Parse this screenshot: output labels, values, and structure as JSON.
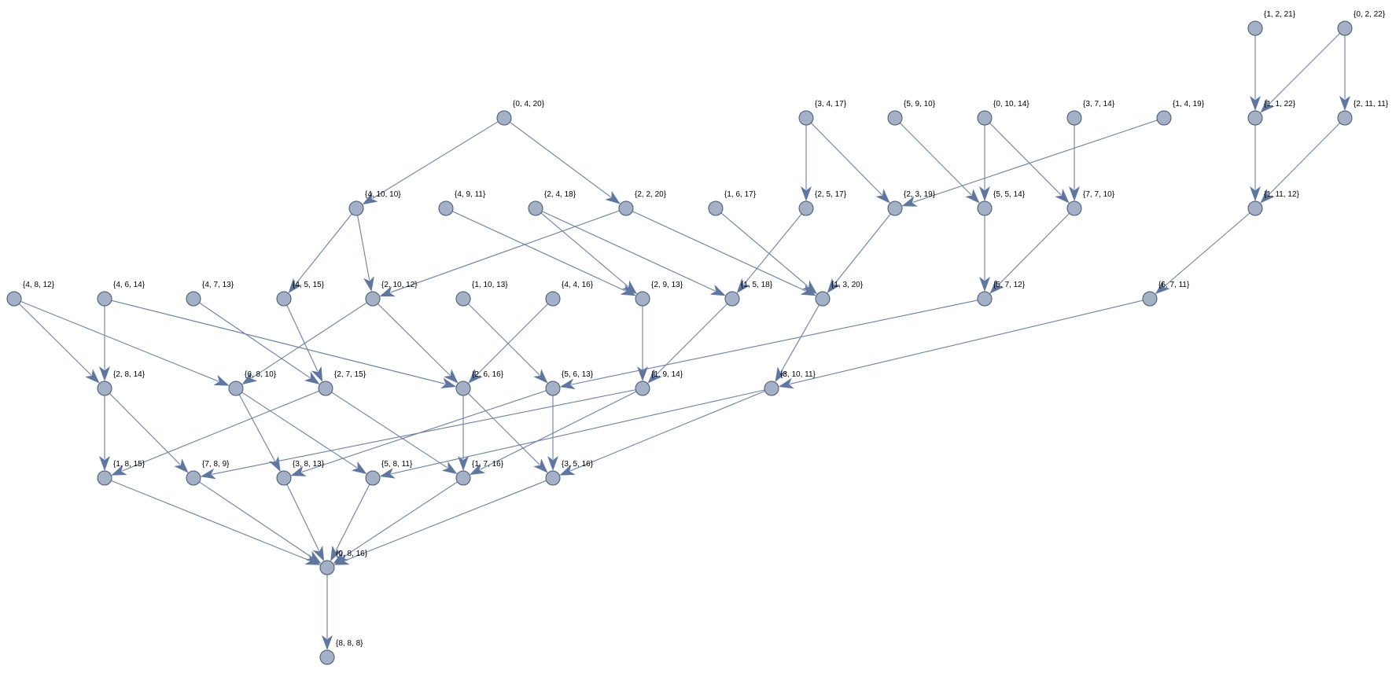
{
  "graph": {
    "nodes": [
      {
        "id": "n0",
        "label": "{1, 2, 21}"
      },
      {
        "id": "n1",
        "label": "{0, 2, 22}"
      },
      {
        "id": "n2",
        "label": "{0, 4, 20}"
      },
      {
        "id": "n3",
        "label": "{3, 4, 17}"
      },
      {
        "id": "n4",
        "label": "{5, 9, 10}"
      },
      {
        "id": "n5",
        "label": "{0, 10, 14}"
      },
      {
        "id": "n6",
        "label": "{3, 7, 14}"
      },
      {
        "id": "n7",
        "label": "{1, 4, 19}"
      },
      {
        "id": "n8",
        "label": "{1, 1, 22}"
      },
      {
        "id": "n9",
        "label": "{2, 11, 11}"
      },
      {
        "id": "n10",
        "label": "{4, 10, 10}"
      },
      {
        "id": "n11",
        "label": "{4, 9, 11}"
      },
      {
        "id": "n12",
        "label": "{2, 4, 18}"
      },
      {
        "id": "n13",
        "label": "{2, 2, 20}"
      },
      {
        "id": "n14",
        "label": "{1, 6, 17}"
      },
      {
        "id": "n15",
        "label": "{2, 5, 17}"
      },
      {
        "id": "n16",
        "label": "{2, 3, 19}"
      },
      {
        "id": "n17",
        "label": "{5, 5, 14}"
      },
      {
        "id": "n18",
        "label": "{7, 7, 10}"
      },
      {
        "id": "n19",
        "label": "{1, 11, 12}"
      },
      {
        "id": "n20",
        "label": "{4, 8, 12}"
      },
      {
        "id": "n21",
        "label": "{4, 6, 14}"
      },
      {
        "id": "n22",
        "label": "{4, 7, 13}"
      },
      {
        "id": "n23",
        "label": "{4, 5, 15}"
      },
      {
        "id": "n24",
        "label": "{2, 10, 12}"
      },
      {
        "id": "n25",
        "label": "{1, 10, 13}"
      },
      {
        "id": "n26",
        "label": "{4, 4, 16}"
      },
      {
        "id": "n27",
        "label": "{2, 9, 13}"
      },
      {
        "id": "n28",
        "label": "{1, 5, 18}"
      },
      {
        "id": "n29",
        "label": "{1, 3, 20}"
      },
      {
        "id": "n30",
        "label": "{5, 7, 12}"
      },
      {
        "id": "n31",
        "label": "{6, 7, 11}"
      },
      {
        "id": "n32",
        "label": "{2, 8, 14}"
      },
      {
        "id": "n33",
        "label": "{6, 8, 10}"
      },
      {
        "id": "n34",
        "label": "{2, 7, 15}"
      },
      {
        "id": "n35",
        "label": "{2, 6, 16}"
      },
      {
        "id": "n36",
        "label": "{5, 6, 13}"
      },
      {
        "id": "n37",
        "label": "{1, 9, 14}"
      },
      {
        "id": "n38",
        "label": "{3, 10, 11}"
      },
      {
        "id": "n39",
        "label": "{1, 8, 15}"
      },
      {
        "id": "n40",
        "label": "{7, 8, 9}"
      },
      {
        "id": "n41",
        "label": "{3, 8, 13}"
      },
      {
        "id": "n42",
        "label": "{5, 8, 11}"
      },
      {
        "id": "n43",
        "label": "{1, 7, 16}"
      },
      {
        "id": "n44",
        "label": "{3, 5, 16}"
      },
      {
        "id": "n45",
        "label": "{0, 8, 16}"
      },
      {
        "id": "n46",
        "label": "{8, 8, 8}"
      }
    ],
    "edges": [
      [
        "n0",
        "n8"
      ],
      [
        "n1",
        "n8"
      ],
      [
        "n1",
        "n9"
      ],
      [
        "n8",
        "n19"
      ],
      [
        "n9",
        "n19"
      ],
      [
        "n19",
        "n31"
      ],
      [
        "n2",
        "n10"
      ],
      [
        "n2",
        "n13"
      ],
      [
        "n3",
        "n15"
      ],
      [
        "n3",
        "n16"
      ],
      [
        "n7",
        "n16"
      ],
      [
        "n4",
        "n17"
      ],
      [
        "n5",
        "n17"
      ],
      [
        "n5",
        "n18"
      ],
      [
        "n6",
        "n18"
      ],
      [
        "n10",
        "n23"
      ],
      [
        "n10",
        "n24"
      ],
      [
        "n13",
        "n24"
      ],
      [
        "n13",
        "n29"
      ],
      [
        "n11",
        "n27"
      ],
      [
        "n12",
        "n27"
      ],
      [
        "n12",
        "n28"
      ],
      [
        "n15",
        "n28"
      ],
      [
        "n14",
        "n29"
      ],
      [
        "n16",
        "n29"
      ],
      [
        "n17",
        "n30"
      ],
      [
        "n18",
        "n30"
      ],
      [
        "n20",
        "n32"
      ],
      [
        "n20",
        "n33"
      ],
      [
        "n21",
        "n32"
      ],
      [
        "n21",
        "n35"
      ],
      [
        "n22",
        "n34"
      ],
      [
        "n23",
        "n34"
      ],
      [
        "n24",
        "n33"
      ],
      [
        "n24",
        "n35"
      ],
      [
        "n25",
        "n36"
      ],
      [
        "n26",
        "n35"
      ],
      [
        "n27",
        "n37"
      ],
      [
        "n28",
        "n37"
      ],
      [
        "n29",
        "n38"
      ],
      [
        "n30",
        "n36"
      ],
      [
        "n31",
        "n38"
      ],
      [
        "n32",
        "n39"
      ],
      [
        "n32",
        "n40"
      ],
      [
        "n33",
        "n41"
      ],
      [
        "n33",
        "n42"
      ],
      [
        "n34",
        "n39"
      ],
      [
        "n34",
        "n43"
      ],
      [
        "n35",
        "n43"
      ],
      [
        "n35",
        "n44"
      ],
      [
        "n36",
        "n41"
      ],
      [
        "n36",
        "n44"
      ],
      [
        "n37",
        "n40"
      ],
      [
        "n37",
        "n43"
      ],
      [
        "n38",
        "n42"
      ],
      [
        "n38",
        "n44"
      ],
      [
        "n39",
        "n45"
      ],
      [
        "n40",
        "n45"
      ],
      [
        "n41",
        "n45"
      ],
      [
        "n42",
        "n45"
      ],
      [
        "n43",
        "n45"
      ],
      [
        "n44",
        "n45"
      ],
      [
        "n45",
        "n46"
      ]
    ]
  },
  "colors": {
    "node_fill": "#a3b0c6",
    "node_stroke": "#45546e",
    "edge": "#6d7fa0",
    "arrow": "#5f77a0"
  }
}
